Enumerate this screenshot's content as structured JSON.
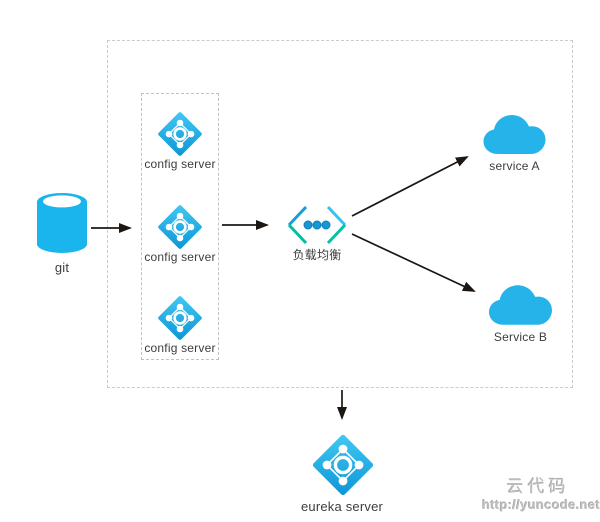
{
  "diagram": {
    "title": "spring-cloud config / load-balancing architecture diagram",
    "nodes": {
      "git": {
        "label": "git",
        "shape": "database-cylinder"
      },
      "config_servers": [
        {
          "label": "config server",
          "shape": "diamond-service-icon"
        },
        {
          "label": "config server",
          "shape": "diamond-service-icon"
        },
        {
          "label": "config server",
          "shape": "diamond-service-icon"
        }
      ],
      "load_balancer": {
        "label": "负载均衡",
        "shape": "chevron-dots-icon"
      },
      "service_a": {
        "label": "service A",
        "shape": "cloud"
      },
      "service_b": {
        "label": "Service B",
        "shape": "cloud"
      },
      "eureka": {
        "label": "eureka server",
        "shape": "diamond-service-icon"
      }
    },
    "edges": [
      {
        "from": "git",
        "to": "config-server-group"
      },
      {
        "from": "config-server-group",
        "to": "load-balancer"
      },
      {
        "from": "load-balancer",
        "to": "service-a"
      },
      {
        "from": "load-balancer",
        "to": "service-b"
      },
      {
        "from": "system-boundary-bottom",
        "to": "eureka-server"
      }
    ],
    "groups": [
      {
        "name": "system-boundary",
        "style": "dashed"
      },
      {
        "name": "config-server-group",
        "style": "dashed"
      }
    ]
  },
  "watermark": {
    "brand": "云代码",
    "url": "http://yuncode.net"
  },
  "colors": {
    "node_blue": "#1fb3ea",
    "node_blue_light": "#41c8f2",
    "node_blue_dark": "#0d97d6",
    "teal_accent": "#00c0a3",
    "arrow_black": "#1c1713",
    "dashed_border": "#cbcbcb",
    "label_text": "#3d3d3d",
    "watermark_gray": "#bdbdbd"
  }
}
